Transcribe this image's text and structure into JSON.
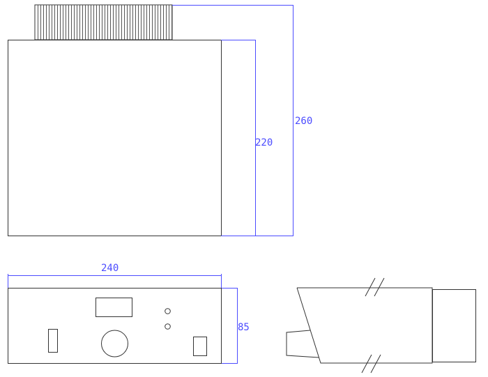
{
  "diagram": {
    "type": "technical-drawing",
    "views": {
      "top_view": {
        "dimensions": {
          "inner_height": "220",
          "outer_height": "260"
        }
      },
      "front_view": {
        "dimensions": {
          "width": "240",
          "height": "85"
        },
        "components": [
          "display-window",
          "left-slot",
          "knob",
          "indicator-led-1",
          "indicator-led-2",
          "right-connector"
        ]
      },
      "side_view": {
        "break_marks": 2
      }
    },
    "colors": {
      "outline": "#333333",
      "dimension": "#4b4bff"
    }
  }
}
